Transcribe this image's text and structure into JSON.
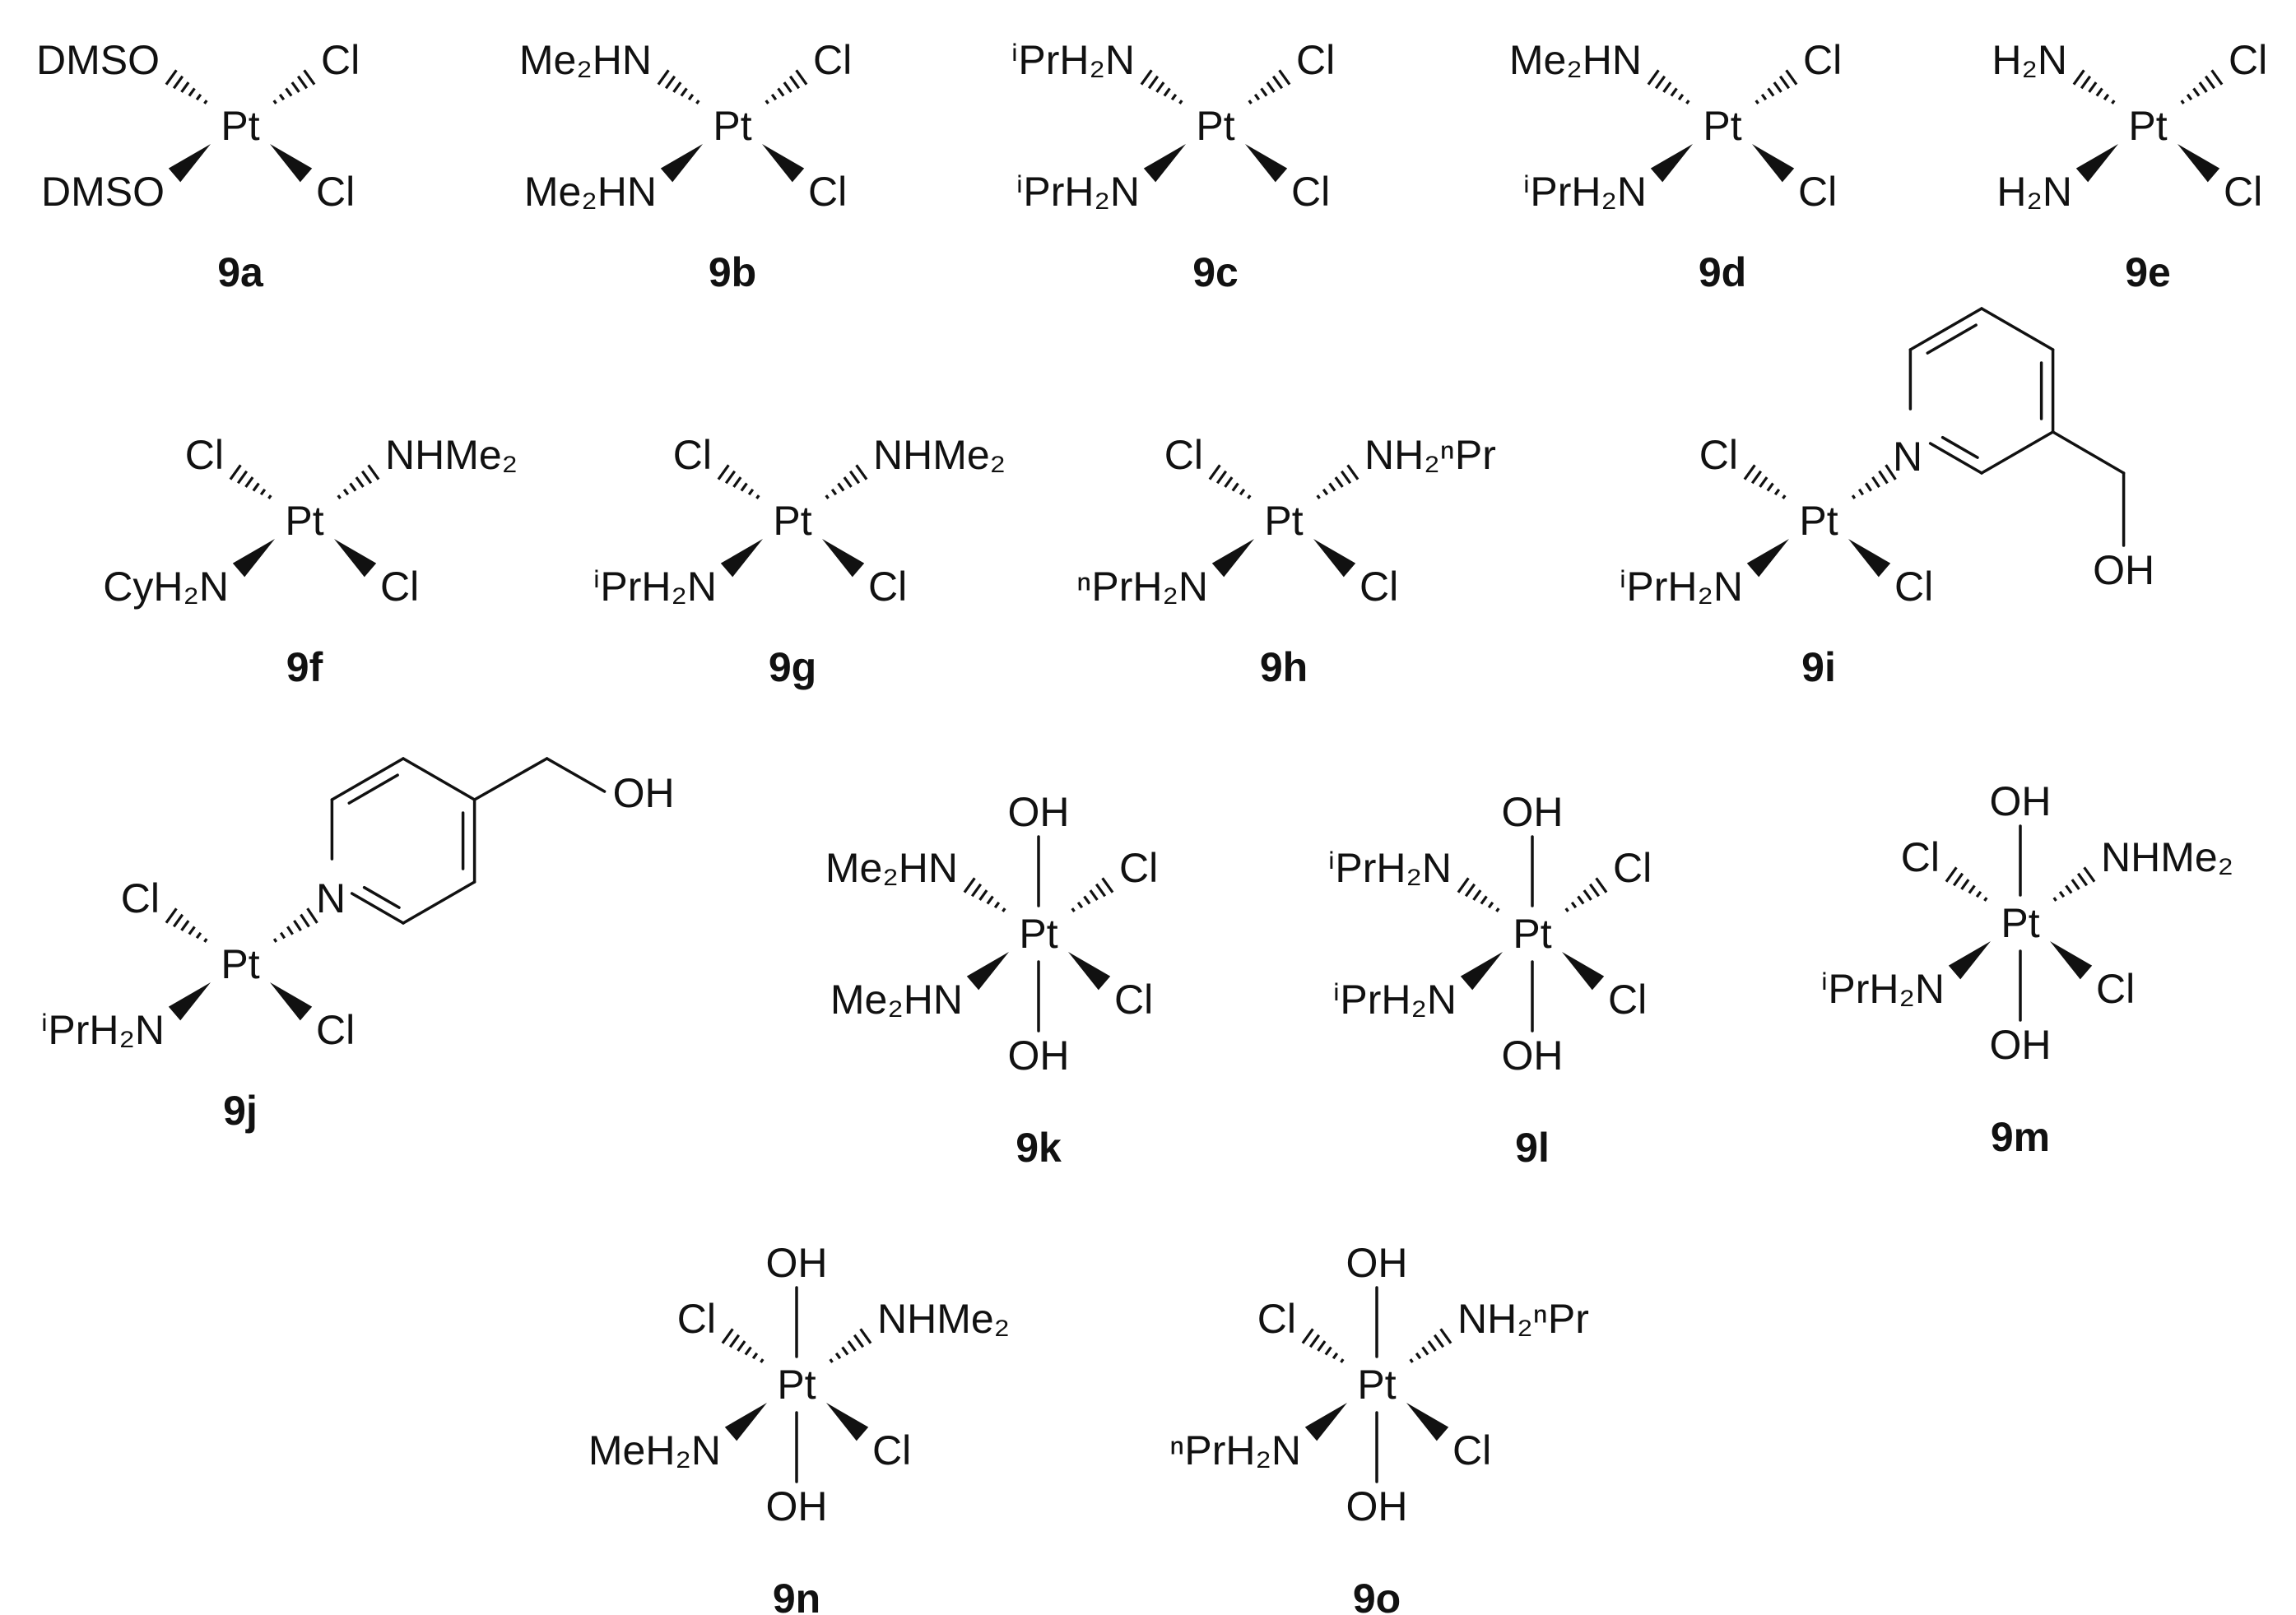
{
  "atom_labels": {
    "pt": "Pt",
    "cl": "Cl",
    "oh": "OH",
    "n": "N",
    "dmso": "DMSO",
    "h2n": "H₂N",
    "me2hn": "Me₂HN",
    "nhme2": "NHMe₂",
    "iprh2n": "ⁱPrH₂N",
    "nprh2n": "ⁿPrH₂N",
    "nh2npr": "NH₂ⁿPr",
    "cyh2n": "CyH₂N",
    "meh2n": "MeH₂N"
  },
  "compounds": [
    {
      "id": "9a",
      "label": "9a",
      "geometry": "square-planar",
      "ligands": {
        "upper_left": "DMSO",
        "upper_right": "Cl",
        "lower_left": "DMSO",
        "lower_right": "Cl"
      }
    },
    {
      "id": "9b",
      "label": "9b",
      "geometry": "square-planar",
      "ligands": {
        "upper_left": "Me₂HN",
        "upper_right": "Cl",
        "lower_left": "Me₂HN",
        "lower_right": "Cl"
      }
    },
    {
      "id": "9c",
      "label": "9c",
      "geometry": "square-planar",
      "ligands": {
        "upper_left": "ⁱPrH₂N",
        "upper_right": "Cl",
        "lower_left": "ⁱPrH₂N",
        "lower_right": "Cl"
      }
    },
    {
      "id": "9d",
      "label": "9d",
      "geometry": "square-planar",
      "ligands": {
        "upper_left": "Me₂HN",
        "upper_right": "Cl",
        "lower_left": "ⁱPrH₂N",
        "lower_right": "Cl"
      }
    },
    {
      "id": "9e",
      "label": "9e",
      "geometry": "square-planar",
      "ligands": {
        "upper_left": "H₂N",
        "upper_right": "Cl",
        "lower_left": "H₂N",
        "lower_right": "Cl"
      }
    },
    {
      "id": "9f",
      "label": "9f",
      "geometry": "square-planar",
      "ligands": {
        "upper_left": "Cl",
        "upper_right": "NHMe₂",
        "lower_left": "CyH₂N",
        "lower_right": "Cl"
      }
    },
    {
      "id": "9g",
      "label": "9g",
      "geometry": "square-planar",
      "ligands": {
        "upper_left": "Cl",
        "upper_right": "NHMe₂",
        "lower_left": "ⁱPrH₂N",
        "lower_right": "Cl"
      }
    },
    {
      "id": "9h",
      "label": "9h",
      "geometry": "square-planar",
      "ligands": {
        "upper_left": "Cl",
        "upper_right": "NH₂ⁿPr",
        "lower_left": "ⁿPrH₂N",
        "lower_right": "Cl"
      }
    },
    {
      "id": "9i",
      "label": "9i",
      "geometry": "square-planar",
      "ligands": {
        "upper_left": "Cl",
        "upper_right": "N (pyridin-3-ylmethanol)",
        "lower_left": "ⁱPrH₂N",
        "lower_right": "Cl"
      }
    },
    {
      "id": "9j",
      "label": "9j",
      "geometry": "square-planar",
      "ligands": {
        "upper_left": "Cl",
        "upper_right": "N (pyridin-4-ylmethanol)",
        "lower_left": "ⁱPrH₂N",
        "lower_right": "Cl"
      }
    },
    {
      "id": "9k",
      "label": "9k",
      "geometry": "octahedral",
      "ligands": {
        "axial_top": "OH",
        "axial_bottom": "OH",
        "upper_left": "Me₂HN",
        "upper_right": "Cl",
        "lower_left": "Me₂HN",
        "lower_right": "Cl"
      }
    },
    {
      "id": "9l",
      "label": "9l",
      "geometry": "octahedral",
      "ligands": {
        "axial_top": "OH",
        "axial_bottom": "OH",
        "upper_left": "ⁱPrH₂N",
        "upper_right": "Cl",
        "lower_left": "ⁱPrH₂N",
        "lower_right": "Cl"
      }
    },
    {
      "id": "9m",
      "label": "9m",
      "geometry": "octahedral",
      "ligands": {
        "axial_top": "OH",
        "axial_bottom": "OH",
        "upper_left": "Cl",
        "upper_right": "NHMe₂",
        "lower_left": "ⁱPrH₂N",
        "lower_right": "Cl"
      }
    },
    {
      "id": "9n",
      "label": "9n",
      "geometry": "octahedral",
      "ligands": {
        "axial_top": "OH",
        "axial_bottom": "OH",
        "upper_left": "Cl",
        "upper_right": "NHMe₂",
        "lower_left": "MeH₂N",
        "lower_right": "Cl"
      }
    },
    {
      "id": "9o",
      "label": "9o",
      "geometry": "octahedral",
      "ligands": {
        "axial_top": "OH",
        "axial_bottom": "OH",
        "upper_left": "Cl",
        "upper_right": "NH₂ⁿPr",
        "lower_left": "ⁿPrH₂N",
        "lower_right": "Cl"
      }
    }
  ]
}
